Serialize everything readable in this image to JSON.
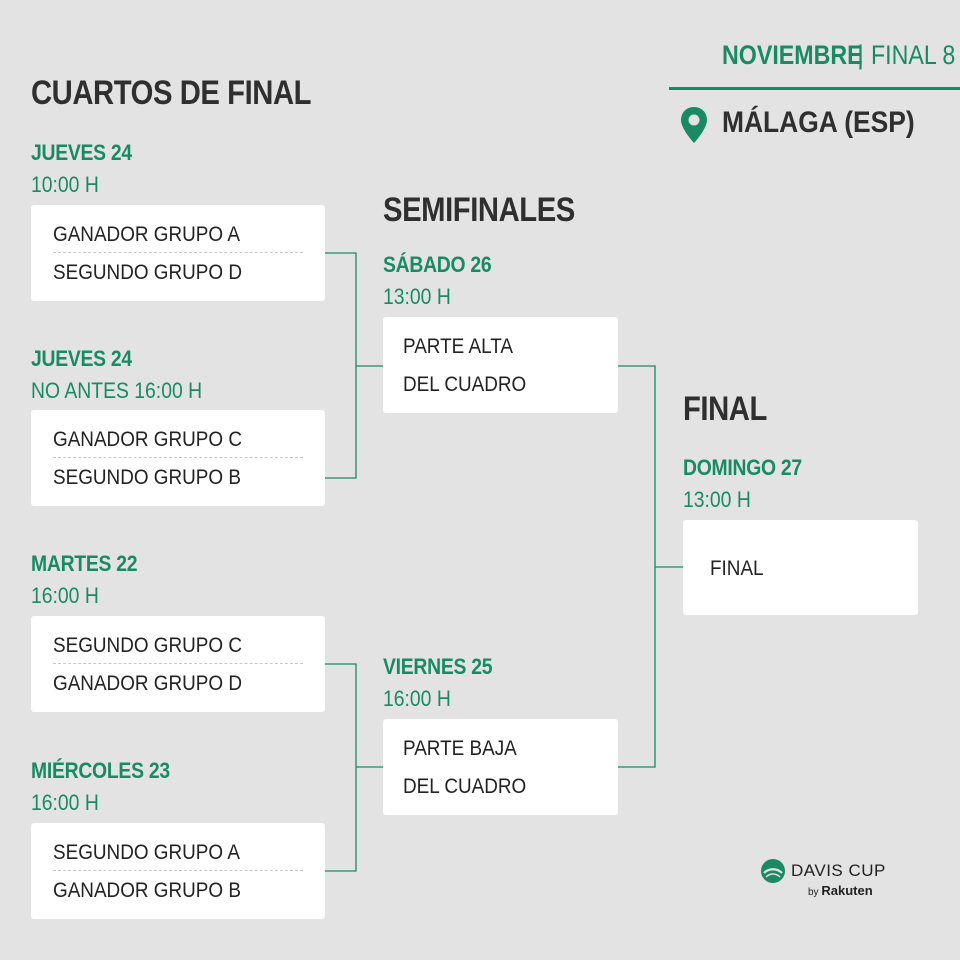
{
  "header": {
    "month": "NOVIEMBRE",
    "separator": "|",
    "stage": "FINAL 8",
    "location": "MÁLAGA (ESP)"
  },
  "rounds": {
    "quarterfinals": "CUARTOS DE FINAL",
    "semifinals": "SEMIFINALES",
    "final": "FINAL"
  },
  "matches": {
    "qf1": {
      "day": "JUEVES 24",
      "time": "10:00 H",
      "team1": "GANADOR GRUPO A",
      "team2": "SEGUNDO GRUPO D"
    },
    "qf2": {
      "day": "JUEVES 24",
      "time": "NO ANTES 16:00 H",
      "team1": "GANADOR GRUPO C",
      "team2": "SEGUNDO GRUPO B"
    },
    "qf3": {
      "day": "MARTES 22",
      "time": "16:00 H",
      "team1": "SEGUNDO GRUPO C",
      "team2": "GANADOR GRUPO D"
    },
    "qf4": {
      "day": "MIÉRCOLES 23",
      "time": "16:00 H",
      "team1": "SEGUNDO GRUPO A",
      "team2": "GANADOR GRUPO B"
    },
    "sf1": {
      "day": "SÁBADO 26",
      "time": "13:00 H",
      "line1": "PARTE ALTA",
      "line2": "DEL CUADRO"
    },
    "sf2": {
      "day": "VIERNES 25",
      "time": "16:00 H",
      "line1": "PARTE BAJA",
      "line2": "DEL CUADRO"
    },
    "final": {
      "day": "DOMINGO 27",
      "time": "13:00 H",
      "label": "FINAL"
    }
  },
  "brand": {
    "name": "DAVIS CUP",
    "by": "by",
    "sponsor": "Rakuten"
  },
  "colors": {
    "accent": "#1a8a64",
    "background": "#e3e3e3",
    "title": "#2f2f2f",
    "card": "#ffffff"
  },
  "icons": {
    "location": "map-pin-icon",
    "brand": "davis-cup-logo-icon"
  }
}
